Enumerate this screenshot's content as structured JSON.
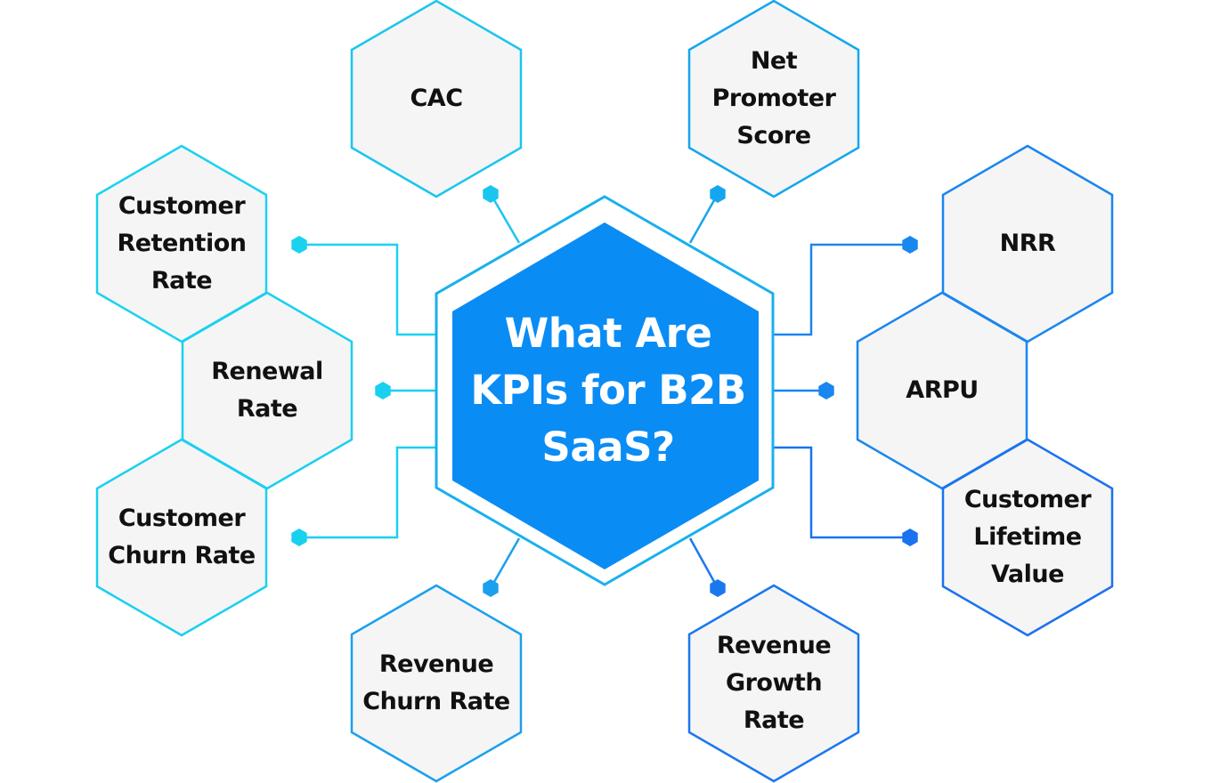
{
  "center": {
    "title": "What Are\nKPIs for B2B\nSaaS?",
    "fill_color": "#0a8cf5",
    "outline_color": "#1ab0ee"
  },
  "colors": {
    "cyan": "#1acdf0",
    "mid": "#12a8f0",
    "blue": "#1a72ef",
    "hex_fill": "#f5f5f5",
    "text": "#111111"
  },
  "kpis": [
    {
      "id": "cac",
      "label": "CAC",
      "color": "#1ac6ee"
    },
    {
      "id": "net-promoter-score",
      "label": "Net\nPromoter\nScore",
      "color": "#14a6ef"
    },
    {
      "id": "customer-retention-rate",
      "label": "Customer\nRetention\nRate",
      "color": "#1ad2ef"
    },
    {
      "id": "renewal-rate",
      "label": "Renewal\nRate",
      "color": "#1ad0ef"
    },
    {
      "id": "customer-churn-rate",
      "label": "Customer\nChurn Rate",
      "color": "#1ad0ef"
    },
    {
      "id": "nrr",
      "label": "NRR",
      "color": "#1a86ef"
    },
    {
      "id": "arpu",
      "label": "ARPU",
      "color": "#1a86ef"
    },
    {
      "id": "customer-lifetime-value",
      "label": "Customer\nLifetime\nValue",
      "color": "#1a72ef"
    },
    {
      "id": "revenue-churn-rate",
      "label": "Revenue\nChurn Rate",
      "color": "#1aa0ef"
    },
    {
      "id": "revenue-growth-rate",
      "label": "Revenue\nGrowth\nRate",
      "color": "#1a78ef"
    }
  ]
}
